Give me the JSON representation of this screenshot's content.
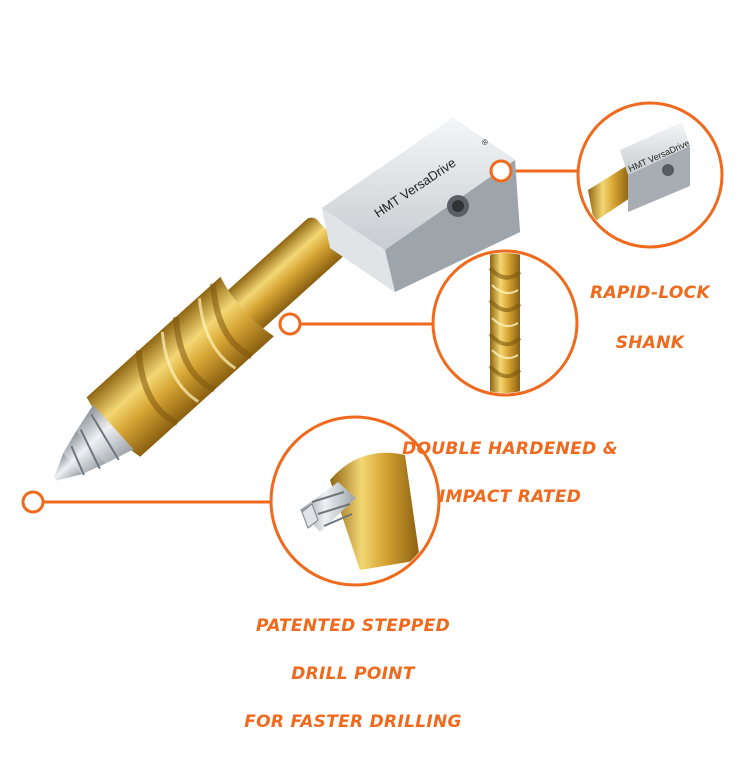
{
  "colors": {
    "accent": "#f06a1d",
    "gold_light": "#f2d26b",
    "gold_mid": "#d8a93a",
    "gold_dark": "#9c6d12",
    "steel_light": "#eef1f3",
    "steel_mid": "#b6bcc1",
    "steel_dark": "#6e757b"
  },
  "product": {
    "brand_engraving": "HMT VersaDrive",
    "trademark": "®"
  },
  "features": [
    {
      "id": "shank",
      "lines": [
        "RAPID-LOCK",
        "SHANK"
      ],
      "detail_icon": "shank-detail-icon"
    },
    {
      "id": "hardened",
      "lines": [
        "DOUBLE HARDENED &",
        "IMPACT RATED"
      ],
      "detail_icon": "flute-detail-icon"
    },
    {
      "id": "point",
      "lines": [
        "PATENTED STEPPED",
        "DRILL POINT",
        "FOR FASTER DRILLING"
      ],
      "detail_icon": "drill-tip-detail-icon"
    }
  ]
}
